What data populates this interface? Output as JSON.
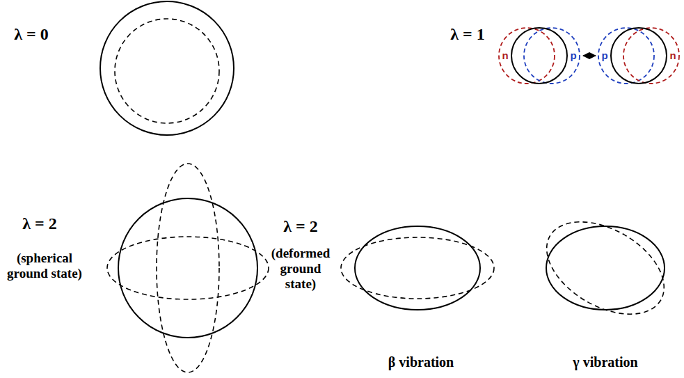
{
  "diagram": {
    "labels": [
      "λ = 0",
      "λ = 1",
      "n",
      "p",
      "p",
      "n",
      "λ = 2",
      "(spherical ground state)",
      "λ = 2",
      "(deformed ground state)",
      "β vibration",
      "γ vibration"
    ]
  }
}
